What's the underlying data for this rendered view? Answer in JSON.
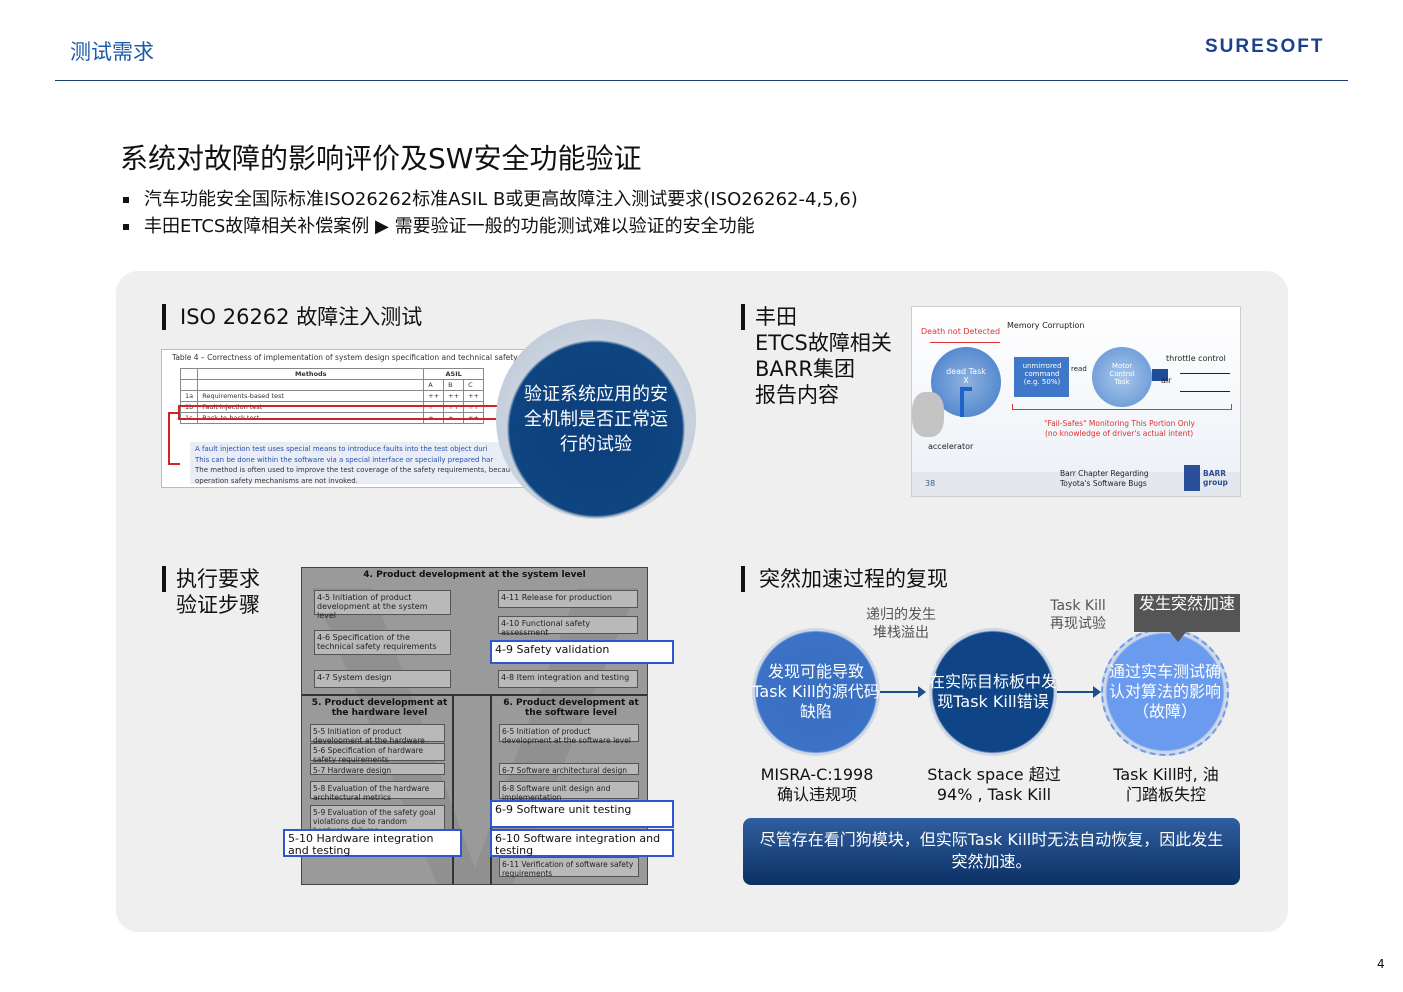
{
  "header": {
    "title": "测试需求",
    "logo": "SURESOFT"
  },
  "main_title": "系统对故障的影响评价及SW安全功能验证",
  "bullets": [
    "汽车功能安全国际标准ISO26262标准ASIL B或更高故障注入测试要求(ISO26262-4,5,6)",
    "丰田ETCS故障相关补偿案例 ▶ 需要验证一般的功能测试难以验证的安全功能"
  ],
  "sections": {
    "iso": "ISO 26262 故障注入测试",
    "toyota": [
      "丰田",
      "ETCS故障相关",
      "BARR集团",
      "报告内容"
    ],
    "exec": [
      "执行要求",
      "验证步骤"
    ],
    "repro": "突然加速过程的复现"
  },
  "iso_image": {
    "caption": "Table 4 – Correctness of implementation of system design specification and technical safety re",
    "header_method": "Methods",
    "header_asil": "ASIL",
    "asil_cols": [
      "A",
      "B",
      "C"
    ],
    "rows": [
      {
        "id": "1a",
        "name": "Requirements-based test",
        "vals": [
          "++",
          "++",
          "++"
        ]
      },
      {
        "id": "1b",
        "name": "Fault injection test",
        "vals": [
          "+",
          "++",
          "++"
        ]
      },
      {
        "id": "1c",
        "name": "Back-to-back test",
        "vals": [
          "+",
          "+",
          "++"
        ]
      }
    ],
    "note_line1": "A fault injection test uses special means to introduce faults into the test object duri",
    "note_line2": "This can be done within the software via a special interface or specially prepared har",
    "note_line3": "The method is often used to improve the test coverage of the safety requirements, becau",
    "note_line4": "operation safety mechanisms are not invoked."
  },
  "circle_text": "验证系统应用的安全机制是否正常运行的试验",
  "barr_image": {
    "death": "Death not Detected",
    "memory": "Memory Corruption",
    "dead_task": "dead Task X",
    "unmirrored": "unmirrored command (e.g. 50%)",
    "read": "read",
    "motor": "Motor Control Task",
    "throttle": "throttle control",
    "air": "air",
    "accelerator": "accelerator",
    "failsafes": "\"Fail-Safes\" Monitoring This Portion Only",
    "noknow": "(no knowledge of driver's actual intent)",
    "page": "38",
    "footer": "Barr Chapter Regarding Toyota's Software Bugs",
    "brand": "BARR group"
  },
  "vmodel": {
    "top_header": "4. Product development at the system level",
    "b45": "4-5 Initiation of product development at the system level",
    "b46": "4-6 Specification of the technical safety requirements",
    "b47": "4-7 System design",
    "b411": "4-11 Release for production",
    "b410": "4-10 Functional safety assessment",
    "b49": "4-9 Safety validation",
    "b48": "4-8 Item integration and testing",
    "hw_header": "5. Product development at the hardware level",
    "sw_header": "6. Product development at the software level",
    "b55": "5-5 Initiation of product development at the hardware level",
    "b56": "5-6 Specification of hardware safety requirements",
    "b57": "5-7 Hardware design",
    "b58": "5-8 Evaluation of the hardware architectural metrics",
    "b59": "5-9 Evaluation of the safety goal violations due to random hardware failures",
    "b510": "5-10 Hardware integration and testing",
    "b65": "6-5 Initiation of product development at the software level",
    "b67": "6-7 Software architectural design",
    "b68": "6-8 Software unit design and implementation",
    "b69": "6-9 Software unit testing",
    "b610": "6-10 Software integration and testing",
    "b611": "6-11 Verification of software safety requirements"
  },
  "flow": {
    "c1": "发现可能导致Task Kill的源代码缺陷",
    "c2": "在实际目标板中发现Task Kill错误",
    "c3": "通过实车测试确认对算法的影响（故障）",
    "g1": "递归的发生 堆栈溢出",
    "g2": "Task Kill 再现试验",
    "callout": "发生突然加速",
    "b1": "MISRA-C:1998 确认违规项",
    "b2": "Stack space 超过 94% , Task Kill",
    "b3": "Task Kill时, 油门踏板失控",
    "banner": "尽管存在看门狗模块，但实际Task Kill时无法自动恢复，因此发生突然加速。"
  },
  "page_number": "4"
}
